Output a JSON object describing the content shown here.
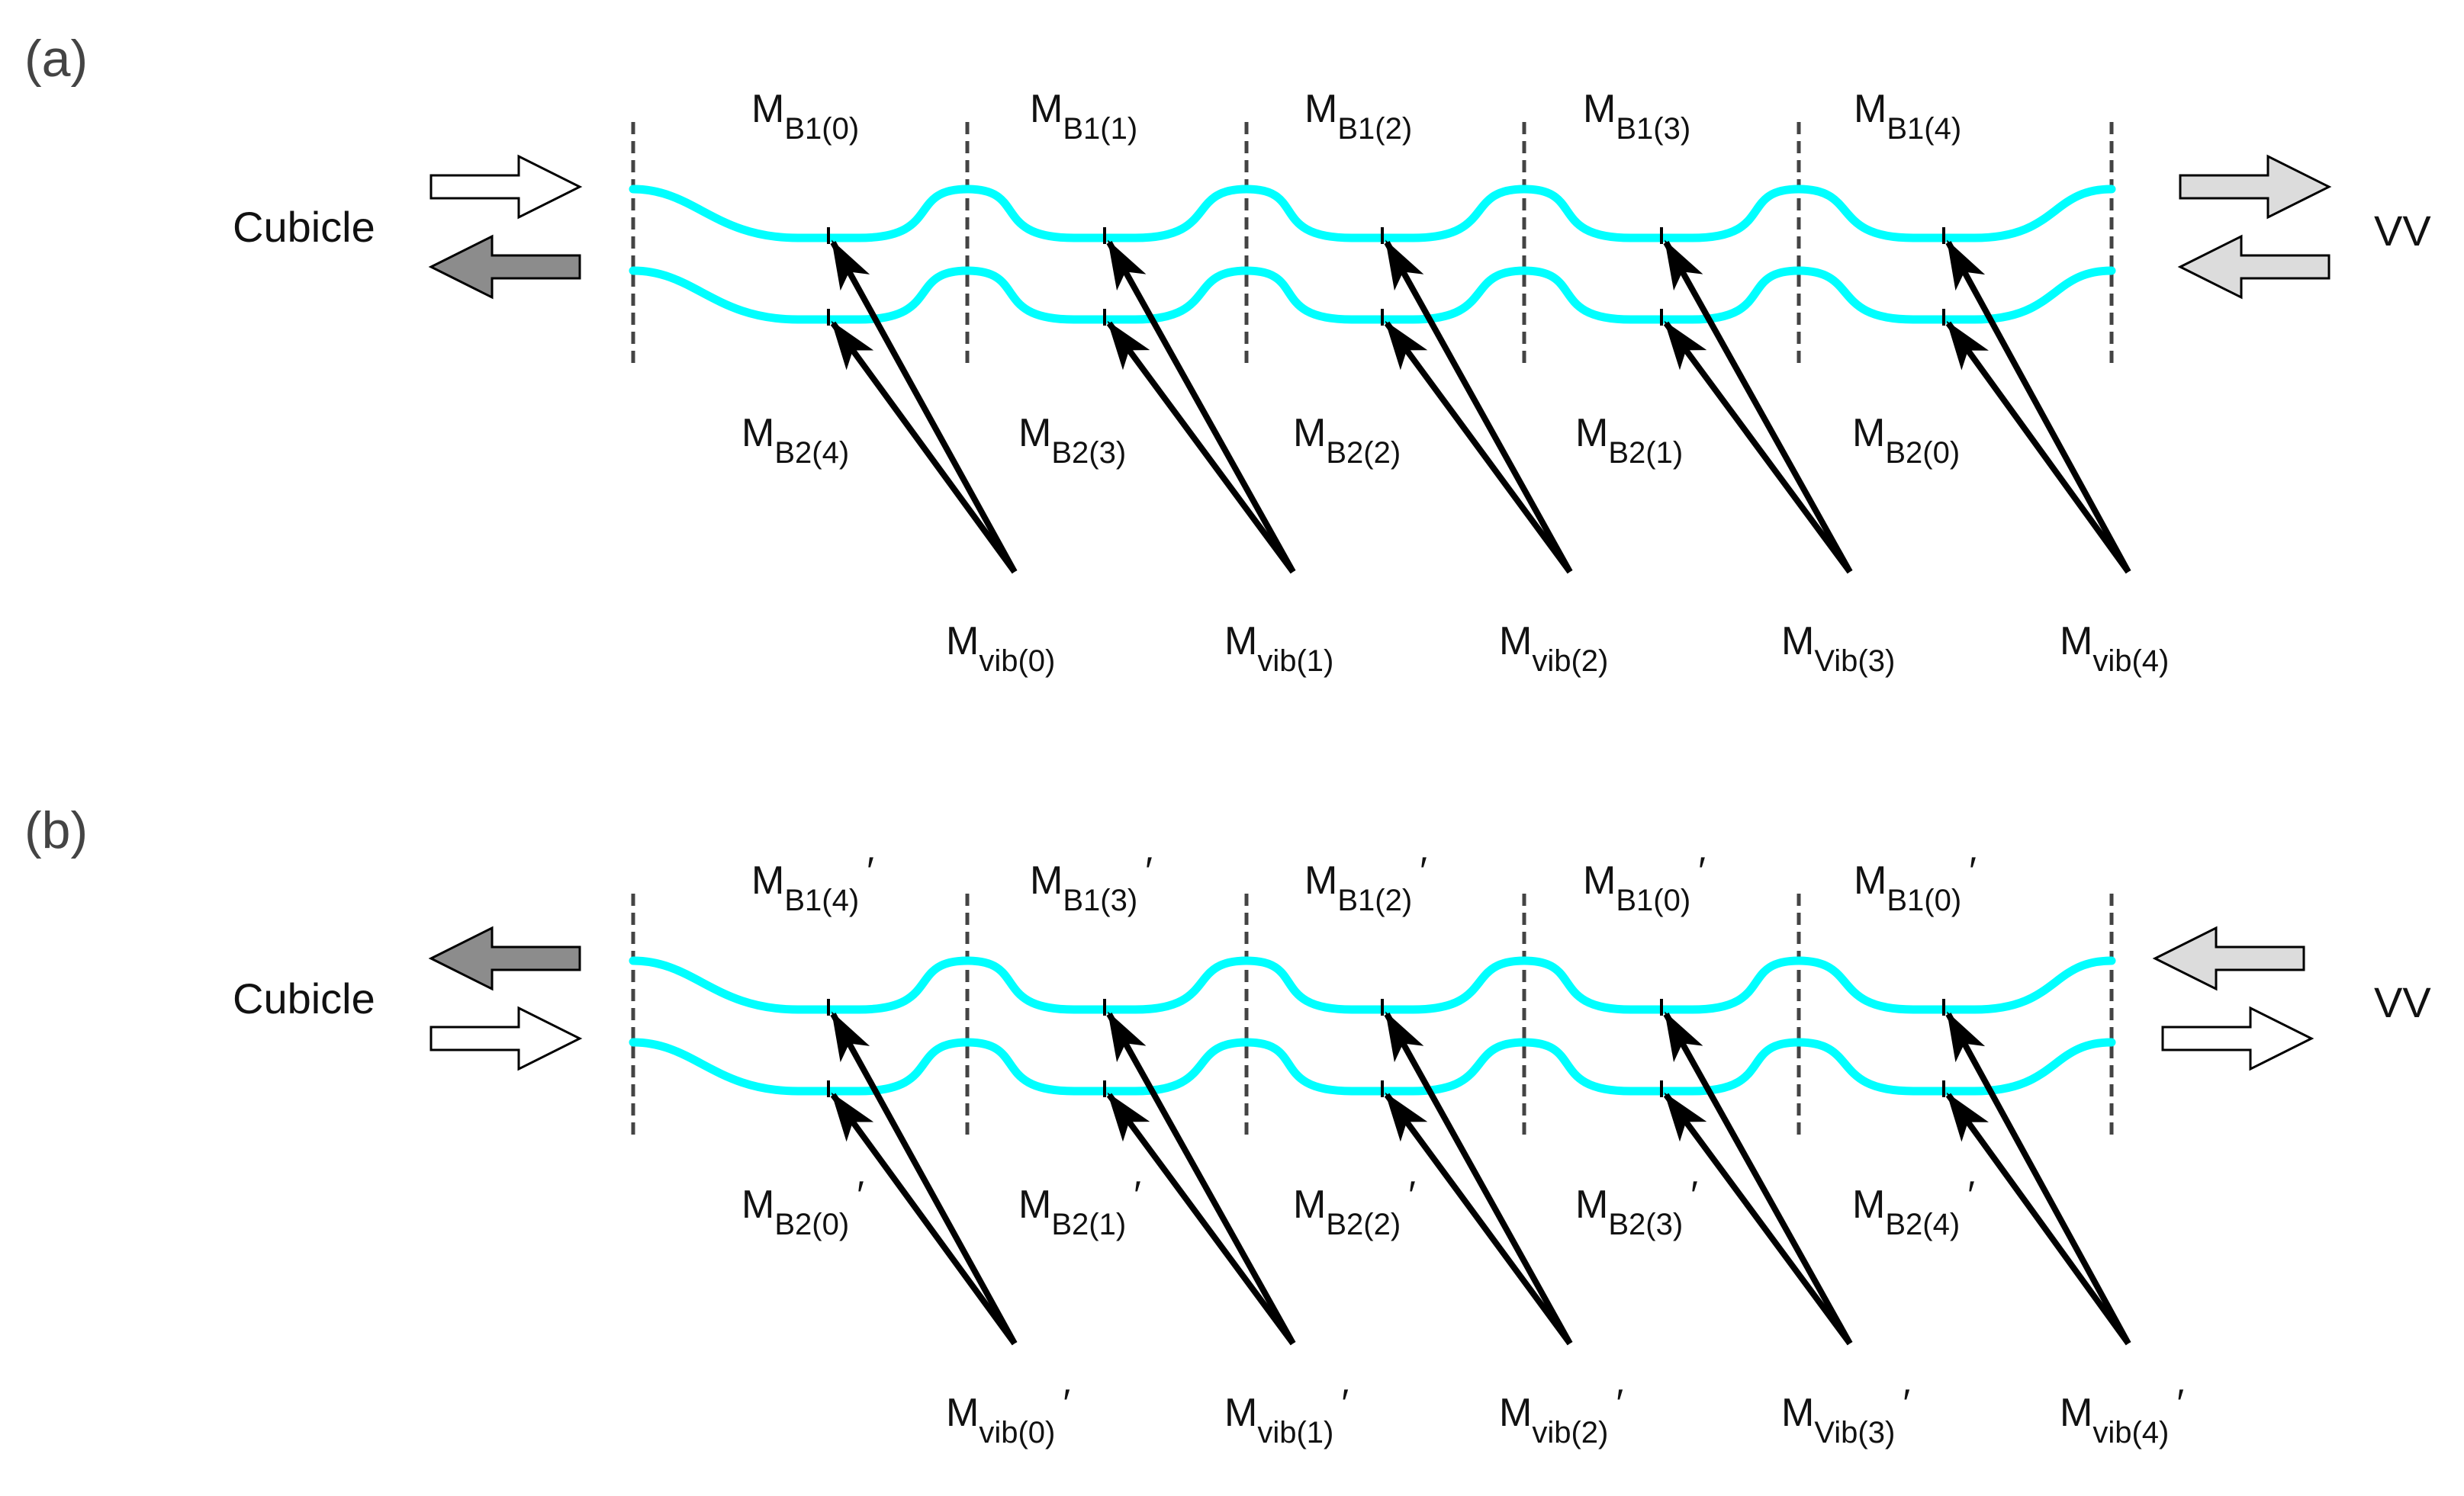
{
  "colors": {
    "beam": "#00ffff",
    "arrow_white": "#ffffff",
    "arrow_dark": "#8c8c8c",
    "arrow_light": "#dcdcdc",
    "boundary": "#444444",
    "ink": "#000000"
  },
  "panels": [
    {
      "label": "(a)",
      "left_side": {
        "text": "Cubicle",
        "arrows": [
          "right-white",
          "left-dark"
        ]
      },
      "right_side": {
        "text": "VV",
        "arrows": [
          "right-light",
          "left-light"
        ]
      },
      "top_labels": [
        {
          "base": "M",
          "sub": "B1(0)",
          "prime": ""
        },
        {
          "base": "M",
          "sub": "B1(1)",
          "prime": ""
        },
        {
          "base": "M",
          "sub": "B1(2)",
          "prime": ""
        },
        {
          "base": "M",
          "sub": "B1(3)",
          "prime": ""
        },
        {
          "base": "M",
          "sub": "B1(4)",
          "prime": ""
        }
      ],
      "b2_labels": [
        {
          "base": "M",
          "sub": "B2(4)",
          "prime": ""
        },
        {
          "base": "M",
          "sub": "B2(3)",
          "prime": ""
        },
        {
          "base": "M",
          "sub": "B2(2)",
          "prime": ""
        },
        {
          "base": "M",
          "sub": "B2(1)",
          "prime": ""
        },
        {
          "base": "M",
          "sub": "B2(0)",
          "prime": ""
        }
      ],
      "vib_labels": [
        {
          "base": "M",
          "sub": "vib(0)",
          "prime": ""
        },
        {
          "base": "M",
          "sub": "vib(1)",
          "prime": ""
        },
        {
          "base": "M",
          "sub": "vib(2)",
          "prime": ""
        },
        {
          "base": "M",
          "sub": "Vib(3)",
          "prime": ""
        },
        {
          "base": "M",
          "sub": "vib(4)",
          "prime": ""
        }
      ]
    },
    {
      "label": "(b)",
      "left_side": {
        "text": "Cubicle",
        "arrows": [
          "left-dark",
          "right-white"
        ]
      },
      "right_side": {
        "text": "VV",
        "arrows": [
          "left-light",
          "right-white"
        ]
      },
      "top_labels": [
        {
          "base": "M",
          "sub": "B1(4)",
          "prime": "′"
        },
        {
          "base": "M",
          "sub": "B1(3)",
          "prime": "′"
        },
        {
          "base": "M",
          "sub": "B1(2)",
          "prime": "′"
        },
        {
          "base": "M",
          "sub": "B1(0)",
          "prime": "′"
        },
        {
          "base": "M",
          "sub": "B1(0)",
          "prime": "′"
        }
      ],
      "b2_labels": [
        {
          "base": "M",
          "sub": "B2(0)",
          "prime": "′"
        },
        {
          "base": "M",
          "sub": "B2(1)",
          "prime": "′"
        },
        {
          "base": "M",
          "sub": "B2(2)",
          "prime": "′"
        },
        {
          "base": "M",
          "sub": "B2(3)",
          "prime": "′"
        },
        {
          "base": "M",
          "sub": "B2(4)",
          "prime": "′"
        }
      ],
      "vib_labels": [
        {
          "base": "M",
          "sub": "vib(0)",
          "prime": "′"
        },
        {
          "base": "M",
          "sub": "vib(1)",
          "prime": "′"
        },
        {
          "base": "M",
          "sub": "vib(2)",
          "prime": "′"
        },
        {
          "base": "M",
          "sub": "Vib(3)",
          "prime": "′"
        },
        {
          "base": "M",
          "sub": "vib(4)",
          "prime": "′"
        }
      ]
    }
  ]
}
